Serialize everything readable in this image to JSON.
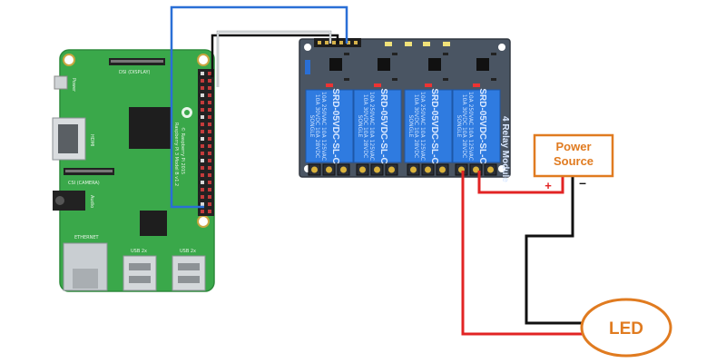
{
  "pi": {
    "silk_display": "DSI (DISPLAY)",
    "silk_power": "Power",
    "silk_hdmi": "HDMI",
    "silk_camera": "CSI (CAMERA)",
    "silk_audio": "Audio",
    "silk_ethernet": "ETHERNET",
    "silk_usb_a": "USB 2x",
    "silk_usb_b": "USB 2x",
    "silk_model": "Raspberry Pi 3 Model B v1.2",
    "silk_copyright": "© Raspberry Pi 2015"
  },
  "relay": {
    "module_label": "4 Relay Module",
    "relay_model": "SRD-05VDC-SL-C",
    "relay_rating_1": "10A 250VAC  10A 125VAC",
    "relay_rating_2": "10A 30VDC  10A 28VDC",
    "relay_brand": "SONGLE"
  },
  "power_source": {
    "label_line1": "Power",
    "label_line2": "Source",
    "plus": "+",
    "minus": "–"
  },
  "led": {
    "label": "LED"
  },
  "colors": {
    "accent_orange": "#e07b20",
    "wire_red": "#e22424",
    "wire_black": "#111111",
    "wire_blue": "#2a6fd6",
    "pi_green": "#3aa84a",
    "relay_board": "#4a5563",
    "relay_blue": "#2f7be0"
  }
}
